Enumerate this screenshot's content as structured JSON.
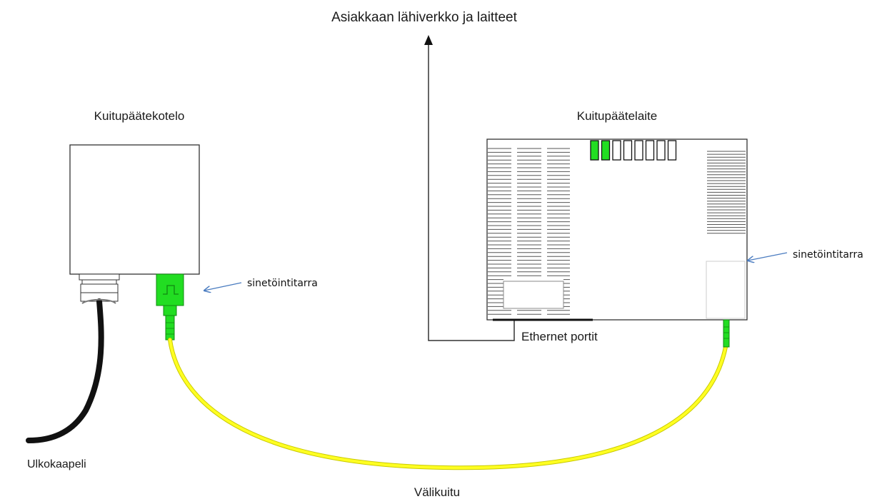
{
  "labels": {
    "customer_network": "Asiakkaan lähiverkko ja laitteet",
    "enclosure": "Kuitupäätekotelo",
    "terminal": "Kuitupäätelaite",
    "seal_left": "sinetöintitarra",
    "seal_right": "sinetöintitarra",
    "ethernet": "Ethernet portit",
    "outdoor_cable": "Ulkokaapeli",
    "patch_fiber": "Välikuitu"
  },
  "colors": {
    "connector_green": "#22dd22",
    "fiber_yellow": "#ffff22",
    "arrow_blue": "#4a7cc0",
    "cable_black": "#111111"
  },
  "ethernet_ports": {
    "total": 8,
    "active": 2
  }
}
